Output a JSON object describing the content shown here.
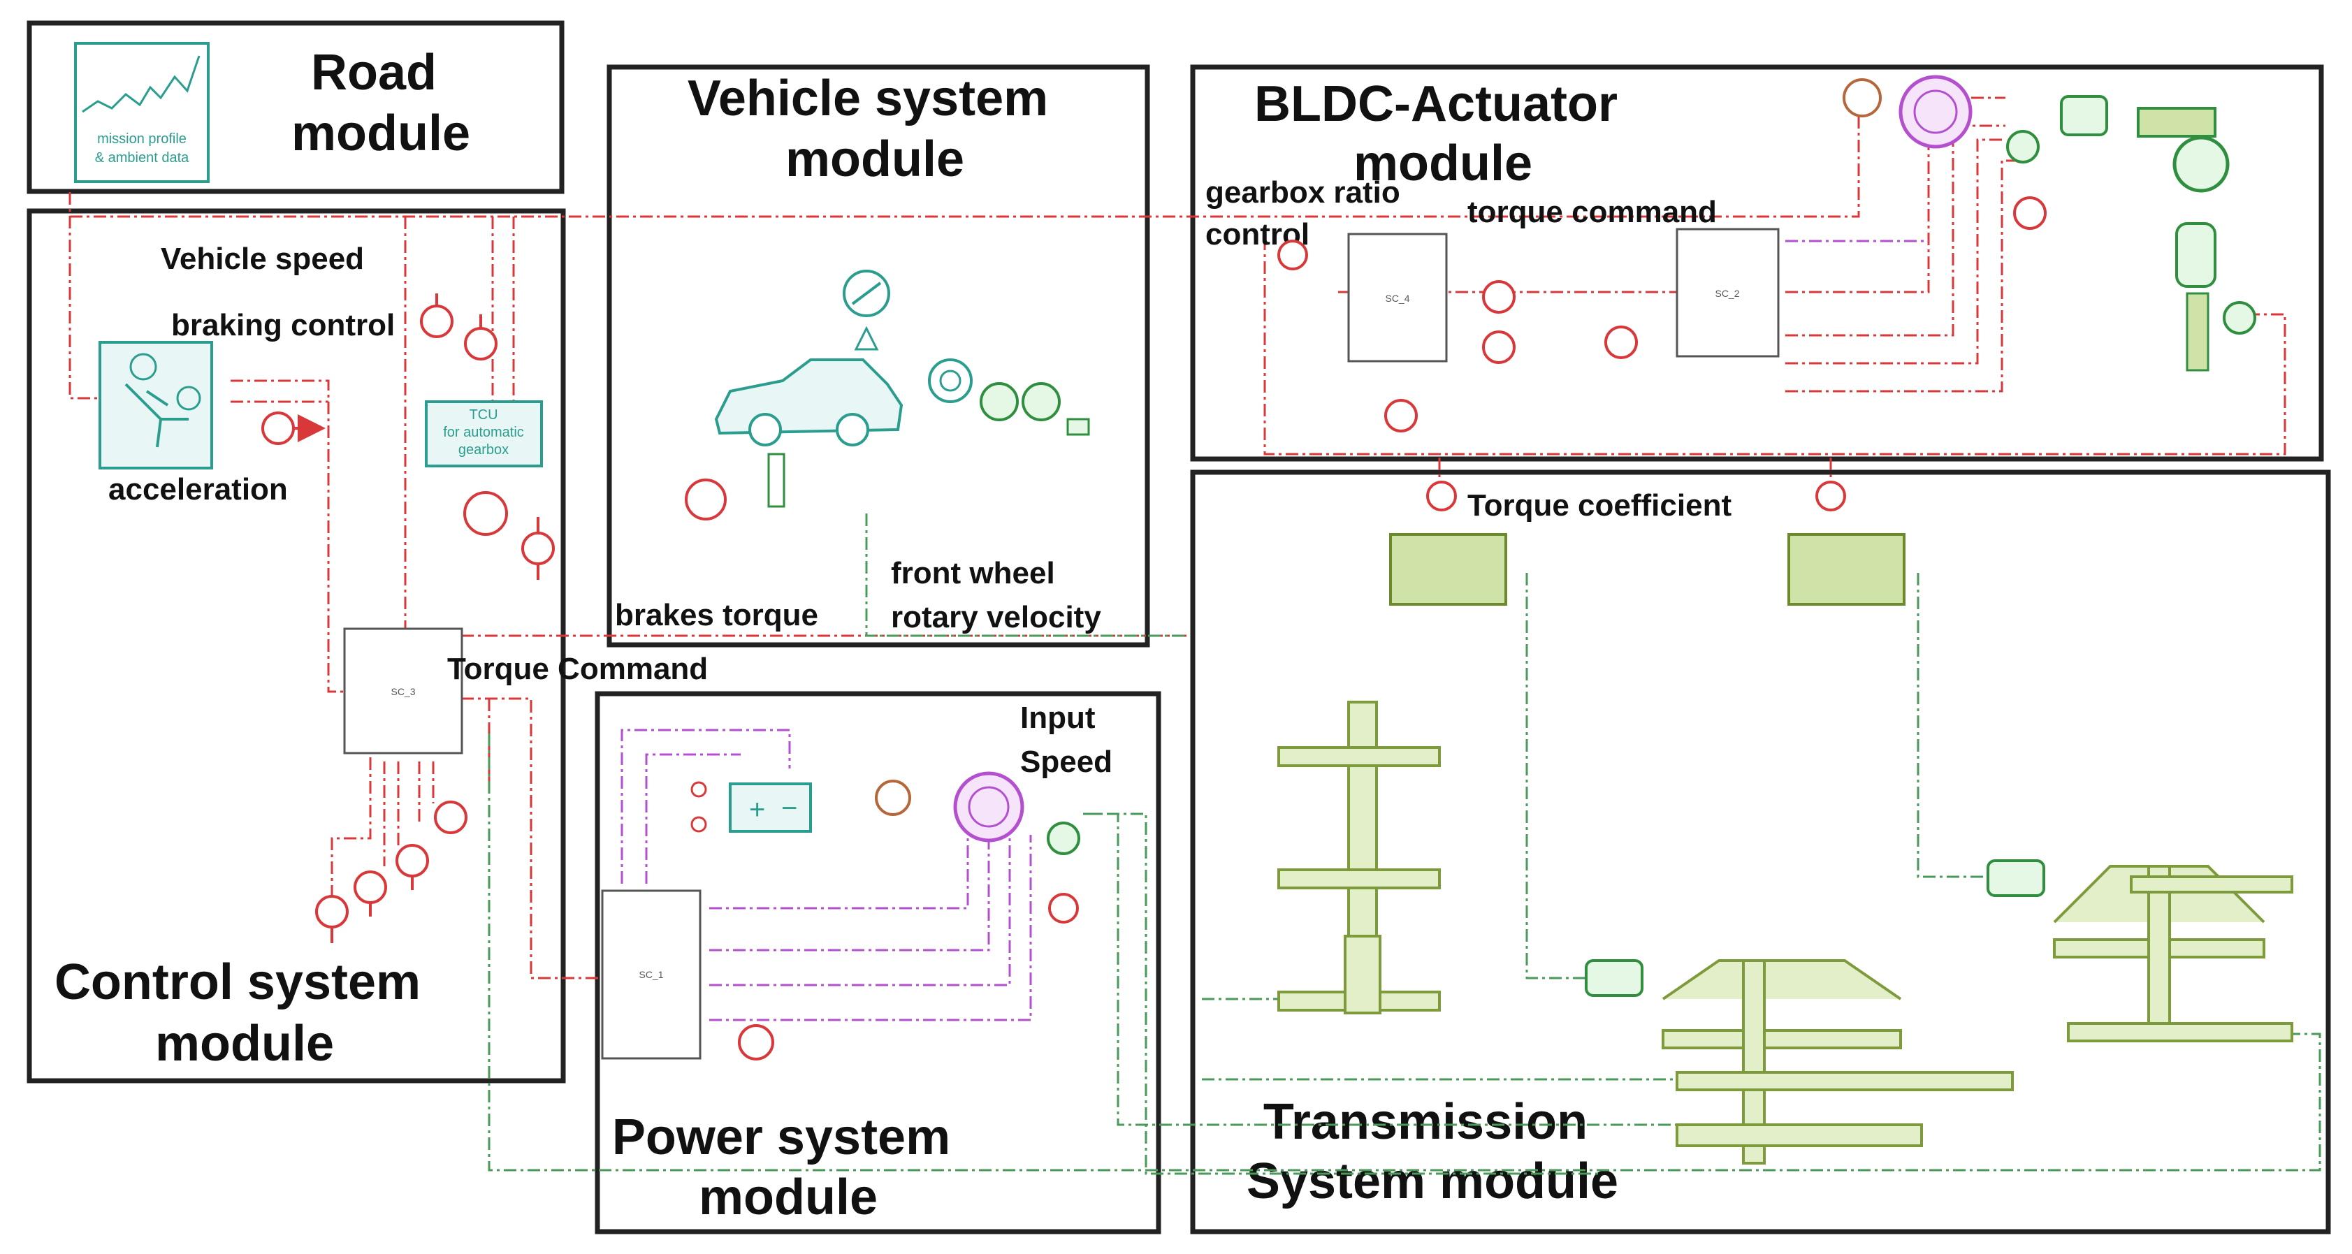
{
  "modules": {
    "road": "Road\nmodule",
    "vehicle": "Vehicle system\nmodule",
    "bldc": "BLDC-Actuator\nmodule",
    "control": "Control system\nmodule",
    "power": "Power system\nmodule",
    "transmission": "Transmission\nSystem module"
  },
  "labels": {
    "vehicle_speed": "Vehicle speed",
    "braking_control": "braking control",
    "acceleration": "acceleration",
    "gearbox_ratio_control": "gearbox ratio\ncontrol",
    "torque_command": "torque command",
    "torque_coefficient": "Torque coefficient",
    "brakes_torque": "brakes torque",
    "front_wheel": "front wheel\nrotary velocity",
    "torque_command_cap": "Torque Command",
    "input_speed": "Input\nSpeed"
  },
  "blocks": {
    "sc3": "SC_3",
    "sc4": "SC_4",
    "sc2": "SC_2",
    "sc1": "SC_1",
    "tcu": "TCU\nfor automatic\ngearbox",
    "mission": "mission profile\n& ambient data"
  },
  "colors": {
    "signal_red": "#d9383a",
    "mech_green": "#2f8f3f",
    "gear_green": "#7e9b3c",
    "teal": "#2a9d8f",
    "motor_purple": "#b44fd0"
  }
}
